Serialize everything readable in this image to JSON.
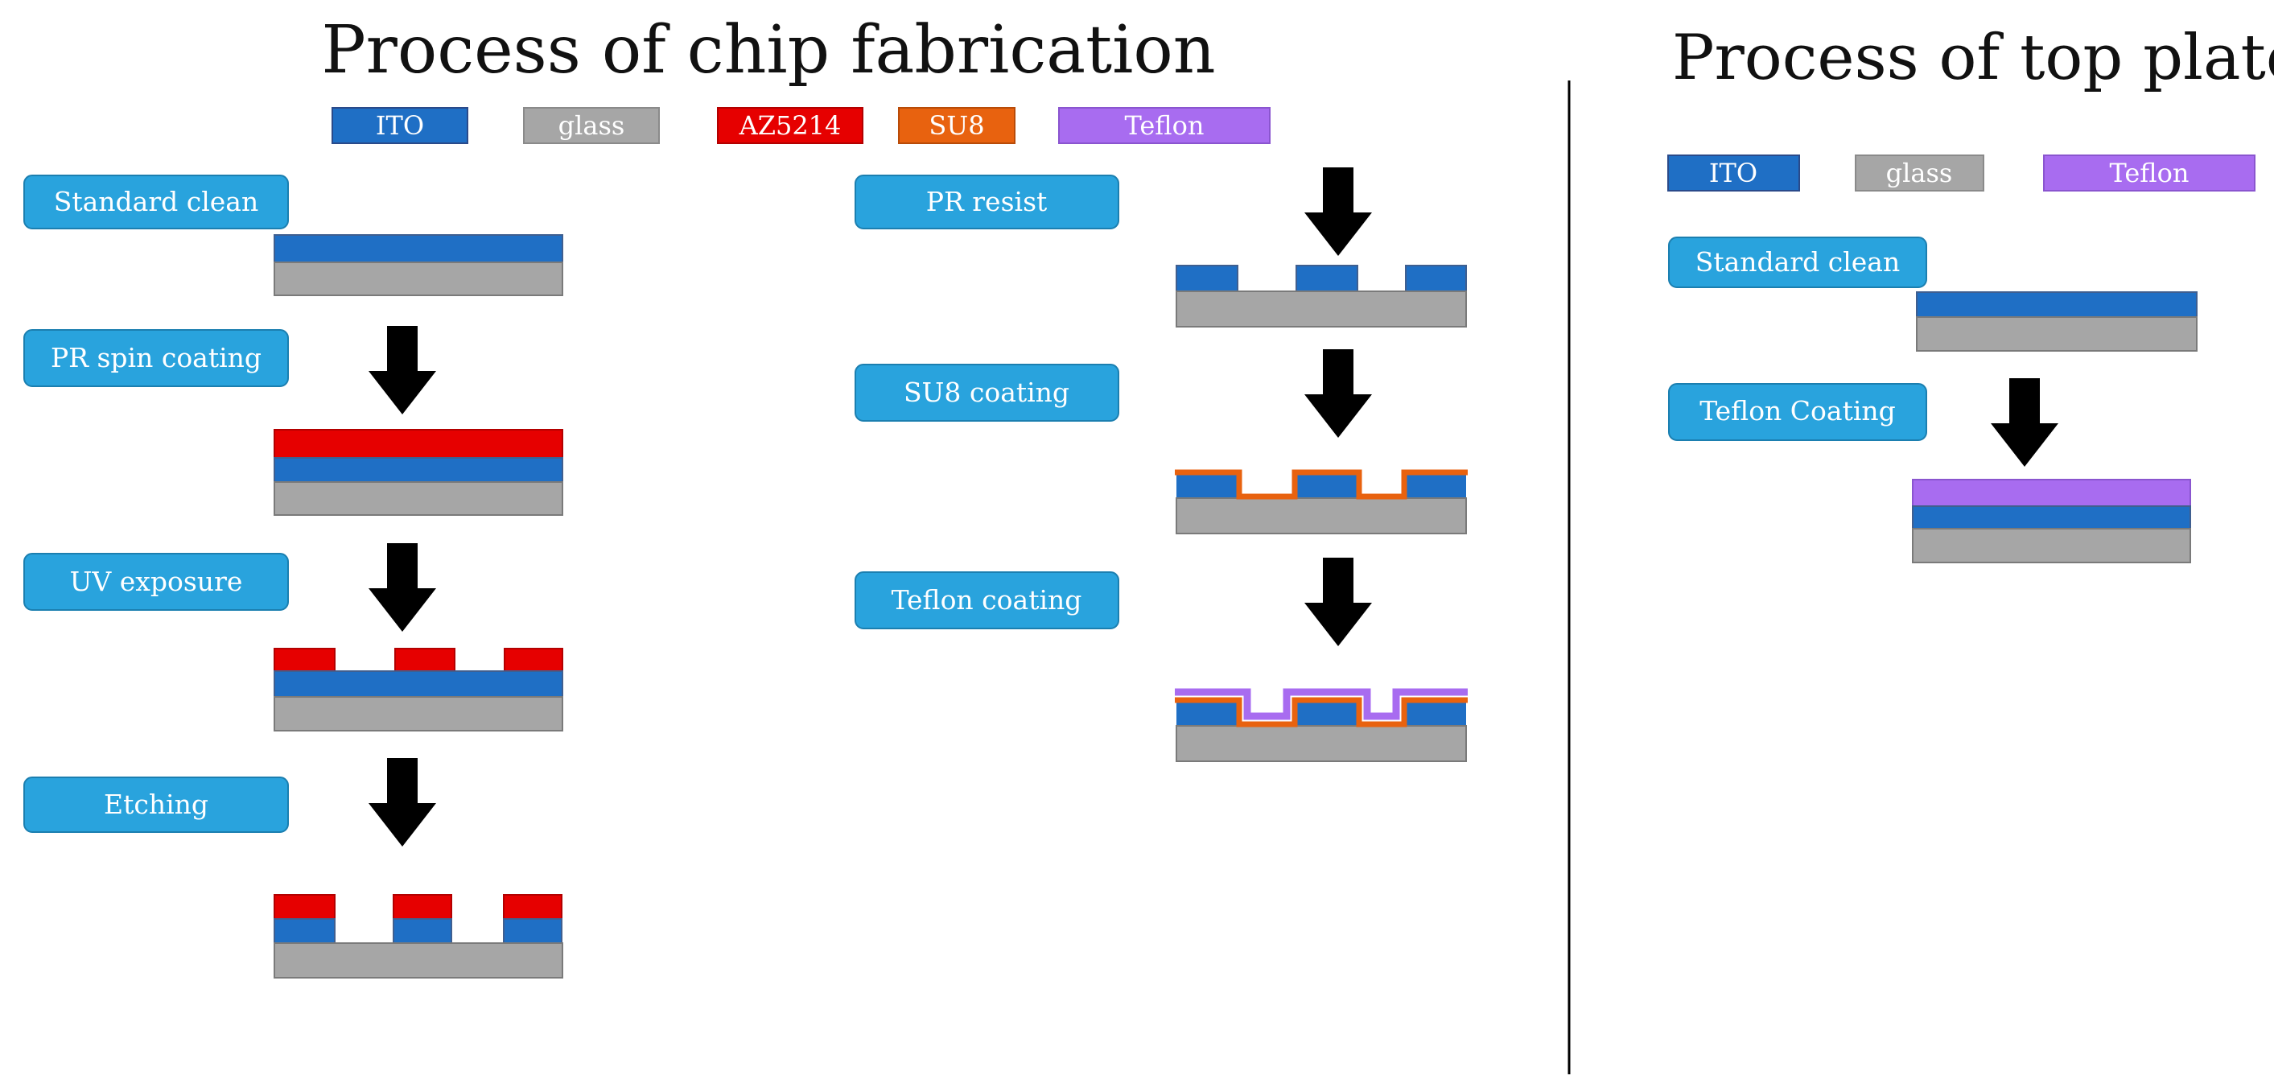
{
  "titles": {
    "chip": "Process of chip fabrication",
    "top_plate": "Process of top plate"
  },
  "colors": {
    "ITO": "#1f6fc5",
    "glass": "#a6a6a6",
    "AZ5214": "#e60000",
    "SU8": "#e8620f",
    "Teflon": "#a86cf0",
    "step_box": "#29a3dd",
    "arrow": "#000000"
  },
  "legend_chip": [
    {
      "label": "ITO",
      "color": "#1f6fc5",
      "text_color": "#ffffff"
    },
    {
      "label": "glass",
      "color": "#a6a6a6",
      "text_color": "#ffffff"
    },
    {
      "label": "AZ5214",
      "color": "#e60000",
      "text_color": "#ffffff"
    },
    {
      "label": "SU8",
      "color": "#e8620f",
      "text_color": "#ffffff"
    },
    {
      "label": "Teflon",
      "color": "#a86cf0",
      "text_color": "#ffffff"
    }
  ],
  "legend_top": [
    {
      "label": "ITO",
      "color": "#1f6fc5",
      "text_color": "#ffffff"
    },
    {
      "label": "glass",
      "color": "#a6a6a6",
      "text_color": "#ffffff"
    },
    {
      "label": "Teflon",
      "color": "#a86cf0",
      "text_color": "#ffffff"
    }
  ],
  "steps_chip_left": [
    "Standard clean",
    "PR spin coating",
    "UV exposure",
    "Etching"
  ],
  "steps_chip_right": [
    "PR resist",
    "SU8 coating",
    "Teflon coating"
  ],
  "steps_top": [
    "Standard clean",
    "Teflon Coating"
  ]
}
